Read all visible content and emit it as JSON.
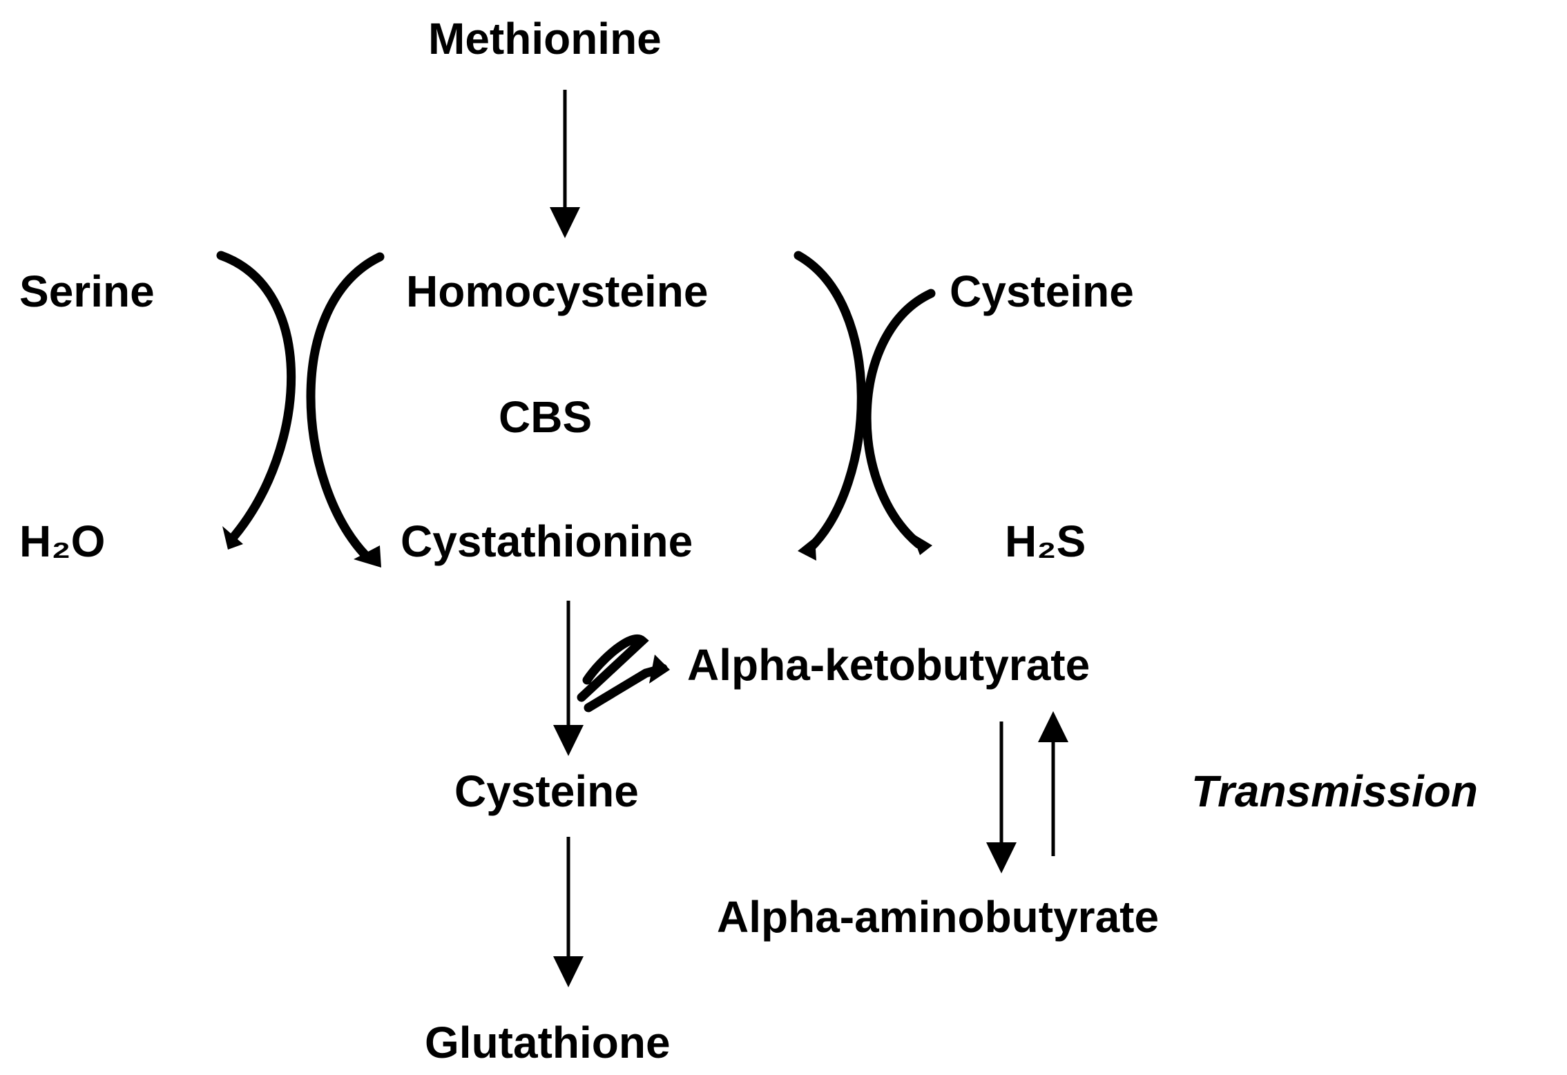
{
  "diagram": {
    "nodes": {
      "methionine": "Methionine",
      "serine": "Serine",
      "homocysteine": "Homocysteine",
      "cysteine_top": "Cysteine",
      "cbs": "CBS",
      "h2o": "H₂O",
      "cystathionine": "Cystathionine",
      "h2s": "H₂S",
      "alpha_ketobutyrate": "Alpha-ketobutyrate",
      "transmission": "Transmission",
      "cysteine_mid": "Cysteine",
      "alpha_aminobutyrate": "Alpha-aminobutyrate",
      "glutathione": "Glutathione"
    },
    "edges": [
      {
        "from": "Methionine",
        "to": "Homocysteine"
      },
      {
        "from": "Serine",
        "to": "H₂O",
        "via": "CBS"
      },
      {
        "from": "Homocysteine",
        "to": "Cystathionine",
        "via": "CBS"
      },
      {
        "from": "Homocysteine",
        "to": "Cystathionine",
        "via": "CBS"
      },
      {
        "from": "Cysteine",
        "to": "H₂S",
        "via": "CBS"
      },
      {
        "from": "Cystathionine",
        "to": "Cysteine"
      },
      {
        "from": "Cystathionine",
        "to": "Alpha-ketobutyrate"
      },
      {
        "from": "Alpha-ketobutyrate",
        "to": "Alpha-aminobutyrate"
      },
      {
        "from": "Alpha-aminobutyrate",
        "to": "Alpha-ketobutyrate"
      },
      {
        "from": "Cysteine",
        "to": "Glutathione"
      }
    ]
  }
}
